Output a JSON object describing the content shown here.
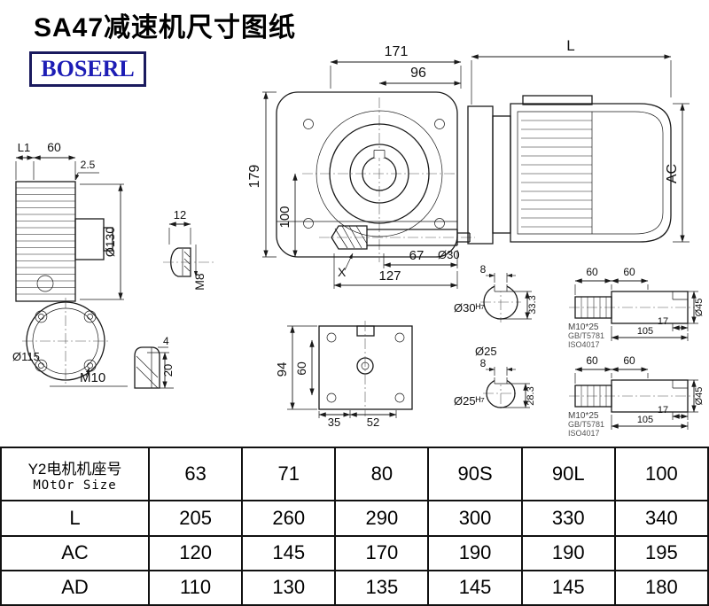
{
  "page": {
    "title": "SA47减速机尺寸图纸",
    "brand": "BOSERL"
  },
  "views": {
    "top": {
      "dim171": "171",
      "dimL": "L",
      "dim96": "96"
    },
    "front": {
      "dim179": "179",
      "dim100": "100",
      "dim67": "67",
      "dim127": "127",
      "labelX": "X",
      "dim_d30": "Ø30"
    },
    "motor": {
      "dimAC": "AC"
    },
    "side": {
      "dimL1": "L1",
      "dim60": "60",
      "dim2_5": "2.5",
      "dim_d130": "Ø130"
    },
    "m8": {
      "dim12": "12",
      "label": "M8"
    },
    "flange": {
      "dim_d115": "Ø115",
      "label_m10": "M10"
    },
    "key": {
      "dim4": "4",
      "dim20": "20"
    },
    "bottom": {
      "dim94": "94",
      "dim60": "60",
      "dim35": "35",
      "dim52": "52"
    },
    "sec30": {
      "dim8": "8",
      "dim33_3": "33.3",
      "label": "Ø30ᴴ⁷"
    },
    "sec25": {
      "dim8": "8",
      "dim28_3": "28.3",
      "label": "Ø25ᴴ⁷",
      "callout": "Ø25"
    },
    "shaft1": {
      "dim60a": "60",
      "dim60b": "60",
      "thread": "M10*25",
      "std1": "GB/T5781",
      "std2": "ISO4017",
      "dim17": "17",
      "dim105": "105",
      "dim_d45": "Ø45"
    },
    "shaft2": {
      "dim60a": "60",
      "dim60b": "60",
      "thread": "M10*25",
      "std1": "GB/T5781",
      "std2": "ISO4017",
      "dim17": "17",
      "dim105": "105",
      "dim_d45": "Ø45"
    }
  },
  "table": {
    "header": {
      "line1": "Y2电机机座号",
      "line2": "MOtOr Size"
    },
    "columns": [
      "63",
      "71",
      "80",
      "90S",
      "90L",
      "100"
    ],
    "rows": [
      {
        "label": "L",
        "values": [
          "205",
          "260",
          "290",
          "300",
          "330",
          "340"
        ]
      },
      {
        "label": "AC",
        "values": [
          "120",
          "145",
          "170",
          "190",
          "190",
          "195"
        ]
      },
      {
        "label": "AD",
        "values": [
          "110",
          "130",
          "135",
          "145",
          "145",
          "180"
        ]
      }
    ]
  }
}
